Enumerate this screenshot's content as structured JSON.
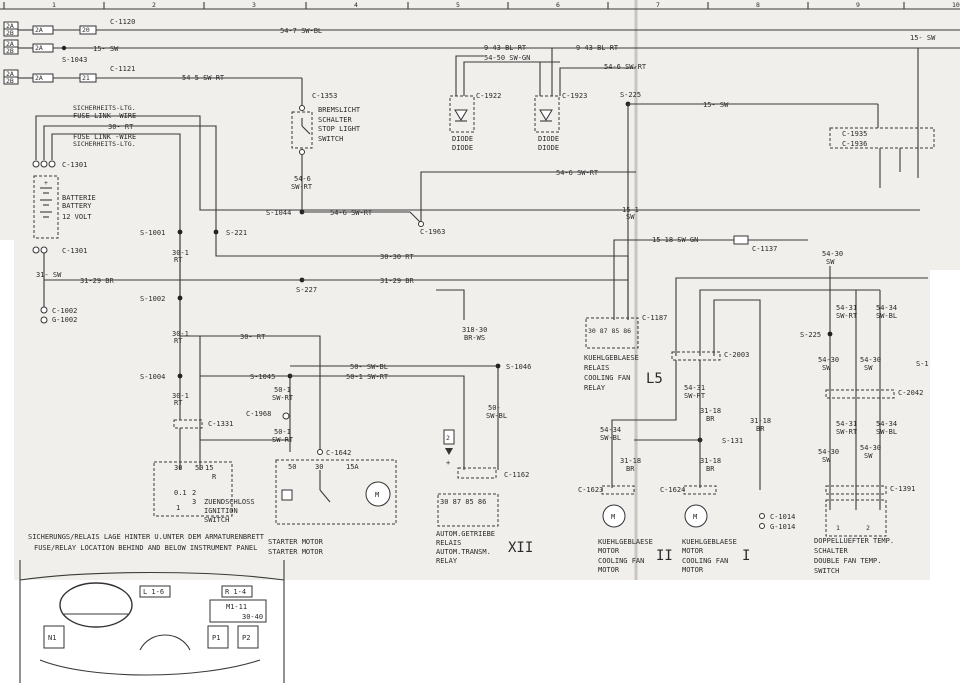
{
  "columns": [
    "1",
    "2",
    "3",
    "4",
    "5",
    "6",
    "7",
    "8",
    "9",
    "10"
  ],
  "fuses": [
    {
      "a": "2A",
      "b": "2B",
      "fuse": "20",
      "conn": "C-1120",
      "wire": "54-7 SW-BL"
    },
    {
      "a": "2A",
      "b": "2B",
      "splice": "S-1043",
      "wire": "15- SW"
    },
    {
      "a": "2A",
      "b": "2B",
      "fuse": "21",
      "conn": "C-1121",
      "wire": "54-5 SW-RT"
    }
  ],
  "top_right_wire": "15- SW",
  "fuse_link": {
    "de1": "SICHERHEITS-LTG.",
    "en1": "FUSE LINK -WIRE",
    "mid": "30- RT",
    "en2": "FUSE LINK -WIRE",
    "de2": "SICHERHEITS-LTG."
  },
  "battery": {
    "conn_top": "C-1301",
    "de": "BATTERIE",
    "en": "BATTERY",
    "volt": "12 VOLT",
    "conn_bottom": "C-1301",
    "ground_wire": "31- SW",
    "c1002": "C-1002",
    "g1002": "G-1002"
  },
  "brake": {
    "conn": "C-1353",
    "de1": "BREMSLICHT",
    "de2": "SCHALTER",
    "en1": "STOP LIGHT",
    "en2": "SWITCH",
    "wire_a": "54-6",
    "wire_b": "SW-RT",
    "splice": "S-1044",
    "wire_out": "54-6 SW-RT",
    "c1963": "C-1963"
  },
  "diodes": {
    "w1": "9-43 BL-RT",
    "w2": "54-50 SW-GN",
    "w3": "9-43 BL-RT",
    "w4": "54-6 SW-RT",
    "c1922": "C-1922",
    "c1923": "C-1923",
    "label_de": "DIODE",
    "label_en": "DIODE"
  },
  "splices": {
    "s1001": "S-1001",
    "s221": "S-221",
    "s1002": "S-1002",
    "s227": "S-227",
    "s1004": "S-1004",
    "s1045": "S-1045",
    "s1046": "S-1046",
    "s225": "S-225",
    "s225b": "S-225",
    "s131": "S-131"
  },
  "wires": {
    "w30_1a": "30-1",
    "rt": "RT",
    "w30_1b": "30-1",
    "w30_1c": "30-1",
    "w30_30": "30-30 RT",
    "w31_29a": "31-29 BR",
    "w31_29b": "31-29 BR",
    "w30rt": "30- RT",
    "w50sw": "50- SW-BL",
    "w50_1": "50-1 SW-RT",
    "w50_1a": "50-1",
    "sw_rt": "SW-RT",
    "w54_6sw": "54-6 SW-RT",
    "w15sw": "15- SW",
    "w15_1": "15-1",
    "sw": "SW",
    "w15_18": "15-18 SW-GN",
    "w318": "318-30",
    "br_ws": "BR-WS",
    "w50": "50-",
    "sw_bl": "SW-BL",
    "w54_30": "54-30",
    "w54_31": "54-31",
    "w54_34": "54-34",
    "sw_bl2": "SW-BL",
    "w31_18": "31-18",
    "br": "BR",
    "w54_34b": "54-34"
  },
  "connectors": {
    "c1968": "C-1968",
    "c1642": "C-1642",
    "c1331": "C-1331",
    "c1162": "C-1162",
    "c1187": "C-1187",
    "c1137": "C-1137",
    "c2003": "C-2003",
    "c1623": "C-1623",
    "c1624": "C-1624",
    "c1014": "C-1014",
    "g1014": "G-1014",
    "c1391": "C-1391",
    "c2042": "C-2042",
    "c1935": "C-1935",
    "c1936": "C-1936",
    "s1": "S-1"
  },
  "ignition": {
    "p1": "30",
    "p2": "50",
    "p3": "15",
    "p4": "R",
    "de": "ZUENDSCHLOSS",
    "en1": "IGNITION",
    "en2": "SWITCH",
    "n1": "0.1",
    "n2": "2",
    "n3": "3",
    "n4": "1"
  },
  "starter": {
    "t1": "50",
    "t2": "30",
    "fuse": "15A",
    "de": "STARTER MOTOR",
    "en": "STARTER MOTOR",
    "m": "M"
  },
  "trans_relay": {
    "de1": "AUTOM.GETRIEBE",
    "de2": "RELAIS",
    "en1": "AUTOM.TRANSM.",
    "en2": "RELAY",
    "num": "XII",
    "pins": "30  87 85 86",
    "two": "2"
  },
  "fan_relay": {
    "de": "KUEHLGEBLAESE",
    "de2": "RELAIS",
    "en1": "COOLING FAN",
    "en2": "RELAY",
    "code": "L5",
    "pins": "30 87 85 86"
  },
  "fan_motors": [
    {
      "de1": "KUEHLGEBLAESE",
      "de2": "MOTOR",
      "en1": "COOLING FAN",
      "en2": "MOTOR",
      "num": "II"
    },
    {
      "de1": "KUEHLGEBLAESE",
      "de2": "MOTOR",
      "en1": "COOLING FAN",
      "en2": "MOTOR",
      "num": "I"
    }
  ],
  "double_switch": {
    "de1": "DOPPELLUEFTER TEMP.",
    "de2": "SCHALTER",
    "en1": "DOUBLE FAN TEMP.",
    "en2": "SWITCH",
    "t1": "1",
    "t2": "2"
  },
  "footer": {
    "de": "SICHERUNGS/RELAIS LAGE HINTER U.UNTER DEM ARMATURENBRETT",
    "en": "FUSE/RELAY LOCATION BEHIND AND BELOW INSTRUMENT PANEL"
  },
  "panel": {
    "l": "L 1-6",
    "r": "R 1-4",
    "m": "M1-11",
    "fuse": "30-40",
    "n1": "N1",
    "p1": "P1",
    "p2": "P2"
  }
}
